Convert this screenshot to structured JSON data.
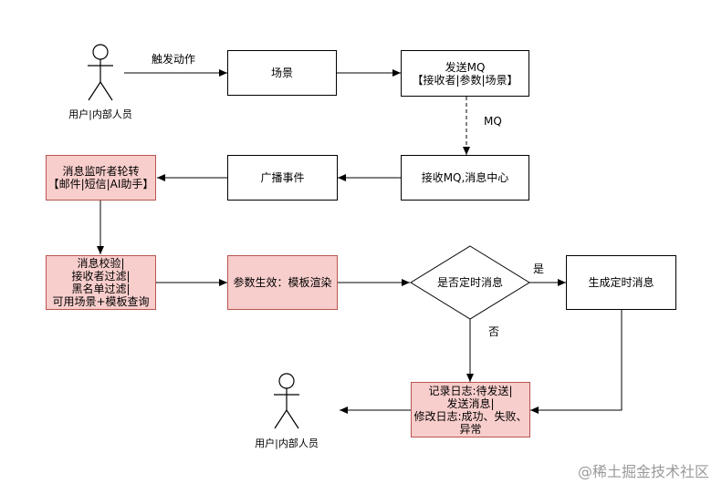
{
  "actors": {
    "user_top": "用户|内部人员",
    "user_bottom": "用户|内部人员"
  },
  "edges": {
    "trigger": "触发动作",
    "mq": "MQ",
    "yes": "是",
    "no": "否"
  },
  "nodes": {
    "scene": [
      "场景"
    ],
    "send_mq": [
      "发送MQ",
      "【接收者|参数|场景】"
    ],
    "receive_mq": [
      "接收MQ,消息中心"
    ],
    "broadcast": [
      "广播事件"
    ],
    "listener_poll": [
      "消息监听者轮转",
      "【邮件|短信|AI助手】"
    ],
    "validate": [
      "消息校验|",
      "接收者过滤|",
      "黑名单过滤|",
      "可用场景+模板查询"
    ],
    "param_render": [
      "参数生效：模板渲染"
    ],
    "is_scheduled": [
      "是否定时消息"
    ],
    "gen_scheduled": [
      "生成定时消息"
    ],
    "log": [
      "记录日志:待发送|",
      "发送消息|",
      "修改日志:成功、失败、",
      "异常"
    ]
  },
  "watermark": "@稀土掘金技术社区",
  "colors": {
    "pink_fill": "#f8cecc",
    "pink_border": "#b85450",
    "line": "#000000"
  }
}
